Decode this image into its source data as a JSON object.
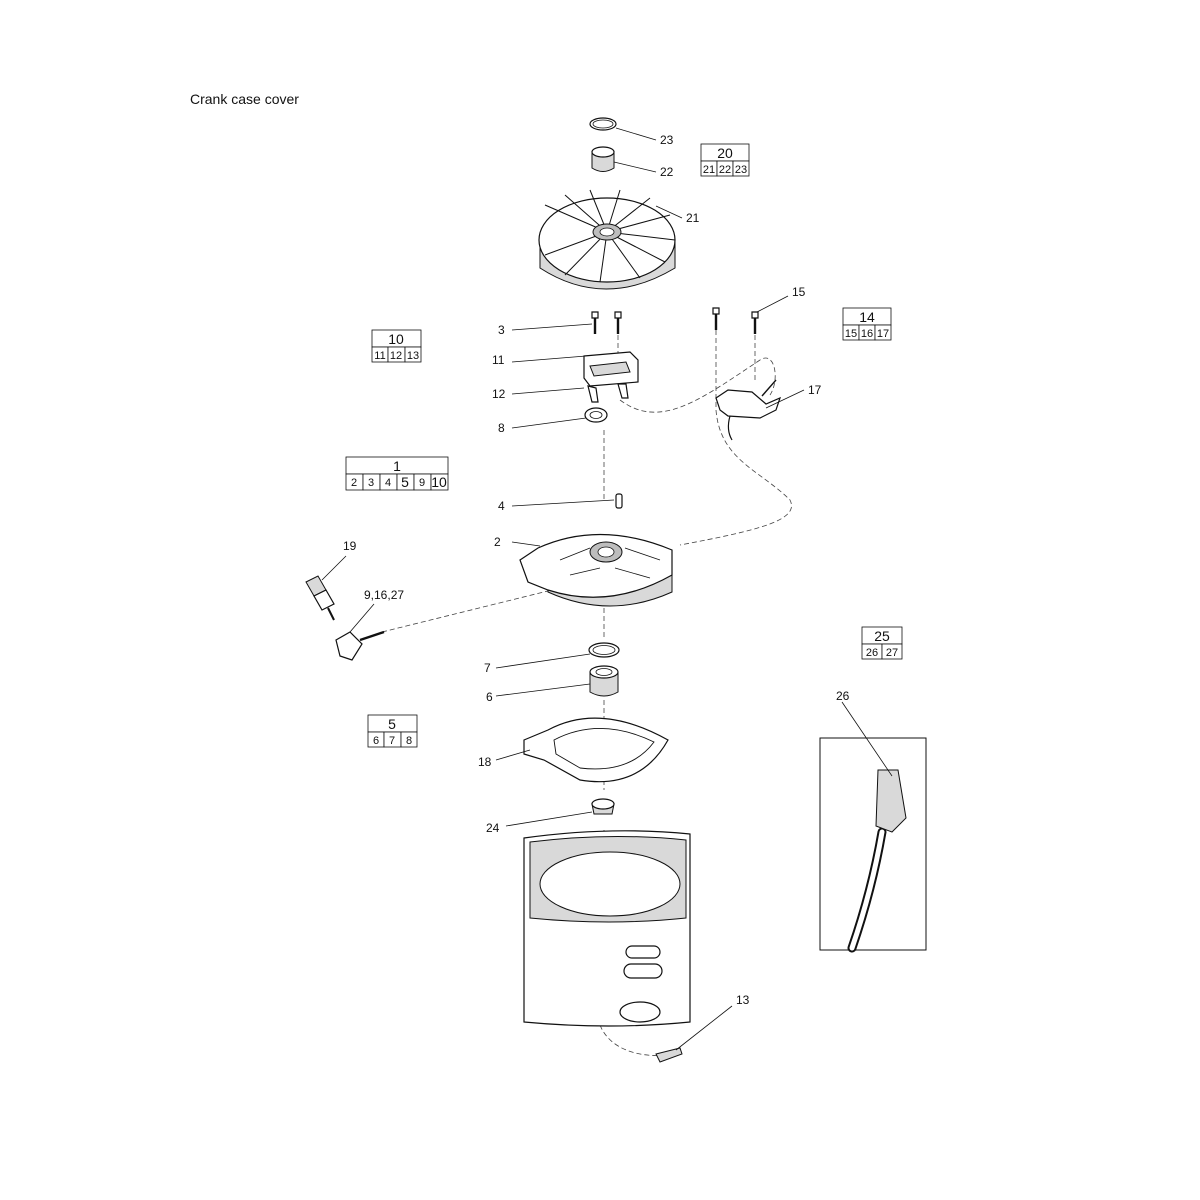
{
  "title": "Crank case cover",
  "callouts": [
    {
      "id": "c23",
      "text": "23"
    },
    {
      "id": "c22",
      "text": "22"
    },
    {
      "id": "c21",
      "text": "21"
    },
    {
      "id": "c15",
      "text": "15"
    },
    {
      "id": "c3",
      "text": "3"
    },
    {
      "id": "c11",
      "text": "11"
    },
    {
      "id": "c12",
      "text": "12"
    },
    {
      "id": "c8",
      "text": "8"
    },
    {
      "id": "c17",
      "text": "17"
    },
    {
      "id": "c4",
      "text": "4"
    },
    {
      "id": "c2",
      "text": "2"
    },
    {
      "id": "c19",
      "text": "19"
    },
    {
      "id": "c9",
      "text": "9,16,27"
    },
    {
      "id": "c7",
      "text": "7"
    },
    {
      "id": "c6",
      "text": "6"
    },
    {
      "id": "c18",
      "text": "18"
    },
    {
      "id": "c24",
      "text": "24"
    },
    {
      "id": "c26",
      "text": "26"
    },
    {
      "id": "c13",
      "text": "13"
    }
  ],
  "groups": [
    {
      "id": "g20",
      "main": "20",
      "subs": [
        "21",
        "22",
        "23"
      ]
    },
    {
      "id": "g14",
      "main": "14",
      "subs": [
        "15",
        "16",
        "17"
      ]
    },
    {
      "id": "g10",
      "main": "10",
      "subs": [
        "11",
        "12",
        "13"
      ]
    },
    {
      "id": "g1",
      "main": "1",
      "subs": [
        "2",
        "3",
        "4",
        "5",
        "9",
        "10"
      ]
    },
    {
      "id": "g25",
      "main": "25",
      "subs": [
        "26",
        "27"
      ]
    },
    {
      "id": "g5",
      "main": "5",
      "subs": [
        "6",
        "7",
        "8"
      ]
    }
  ]
}
